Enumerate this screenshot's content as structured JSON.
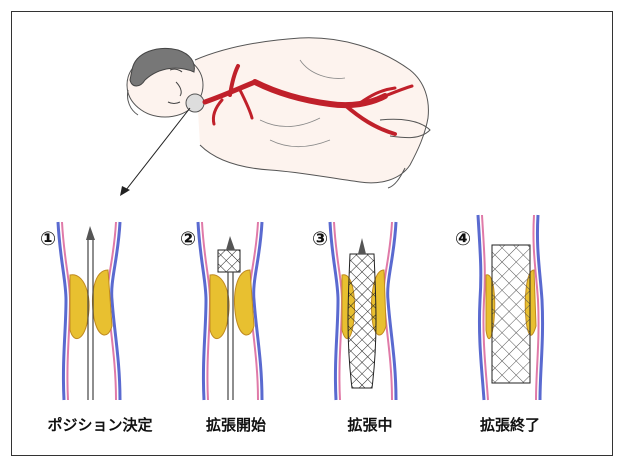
{
  "steps": [
    {
      "number": "①",
      "label": "ポジション決定"
    },
    {
      "number": "②",
      "label": "拡張開始"
    },
    {
      "number": "③",
      "label": "拡張中"
    },
    {
      "number": "④",
      "label": "拡張終了"
    }
  ],
  "colors": {
    "artery": "#c0202a",
    "plaque": "#e8c030",
    "vessel_blue": "#5a6ad0",
    "vessel_pink": "#e07aa8",
    "stent": "#333333",
    "skin_line": "#555555"
  }
}
